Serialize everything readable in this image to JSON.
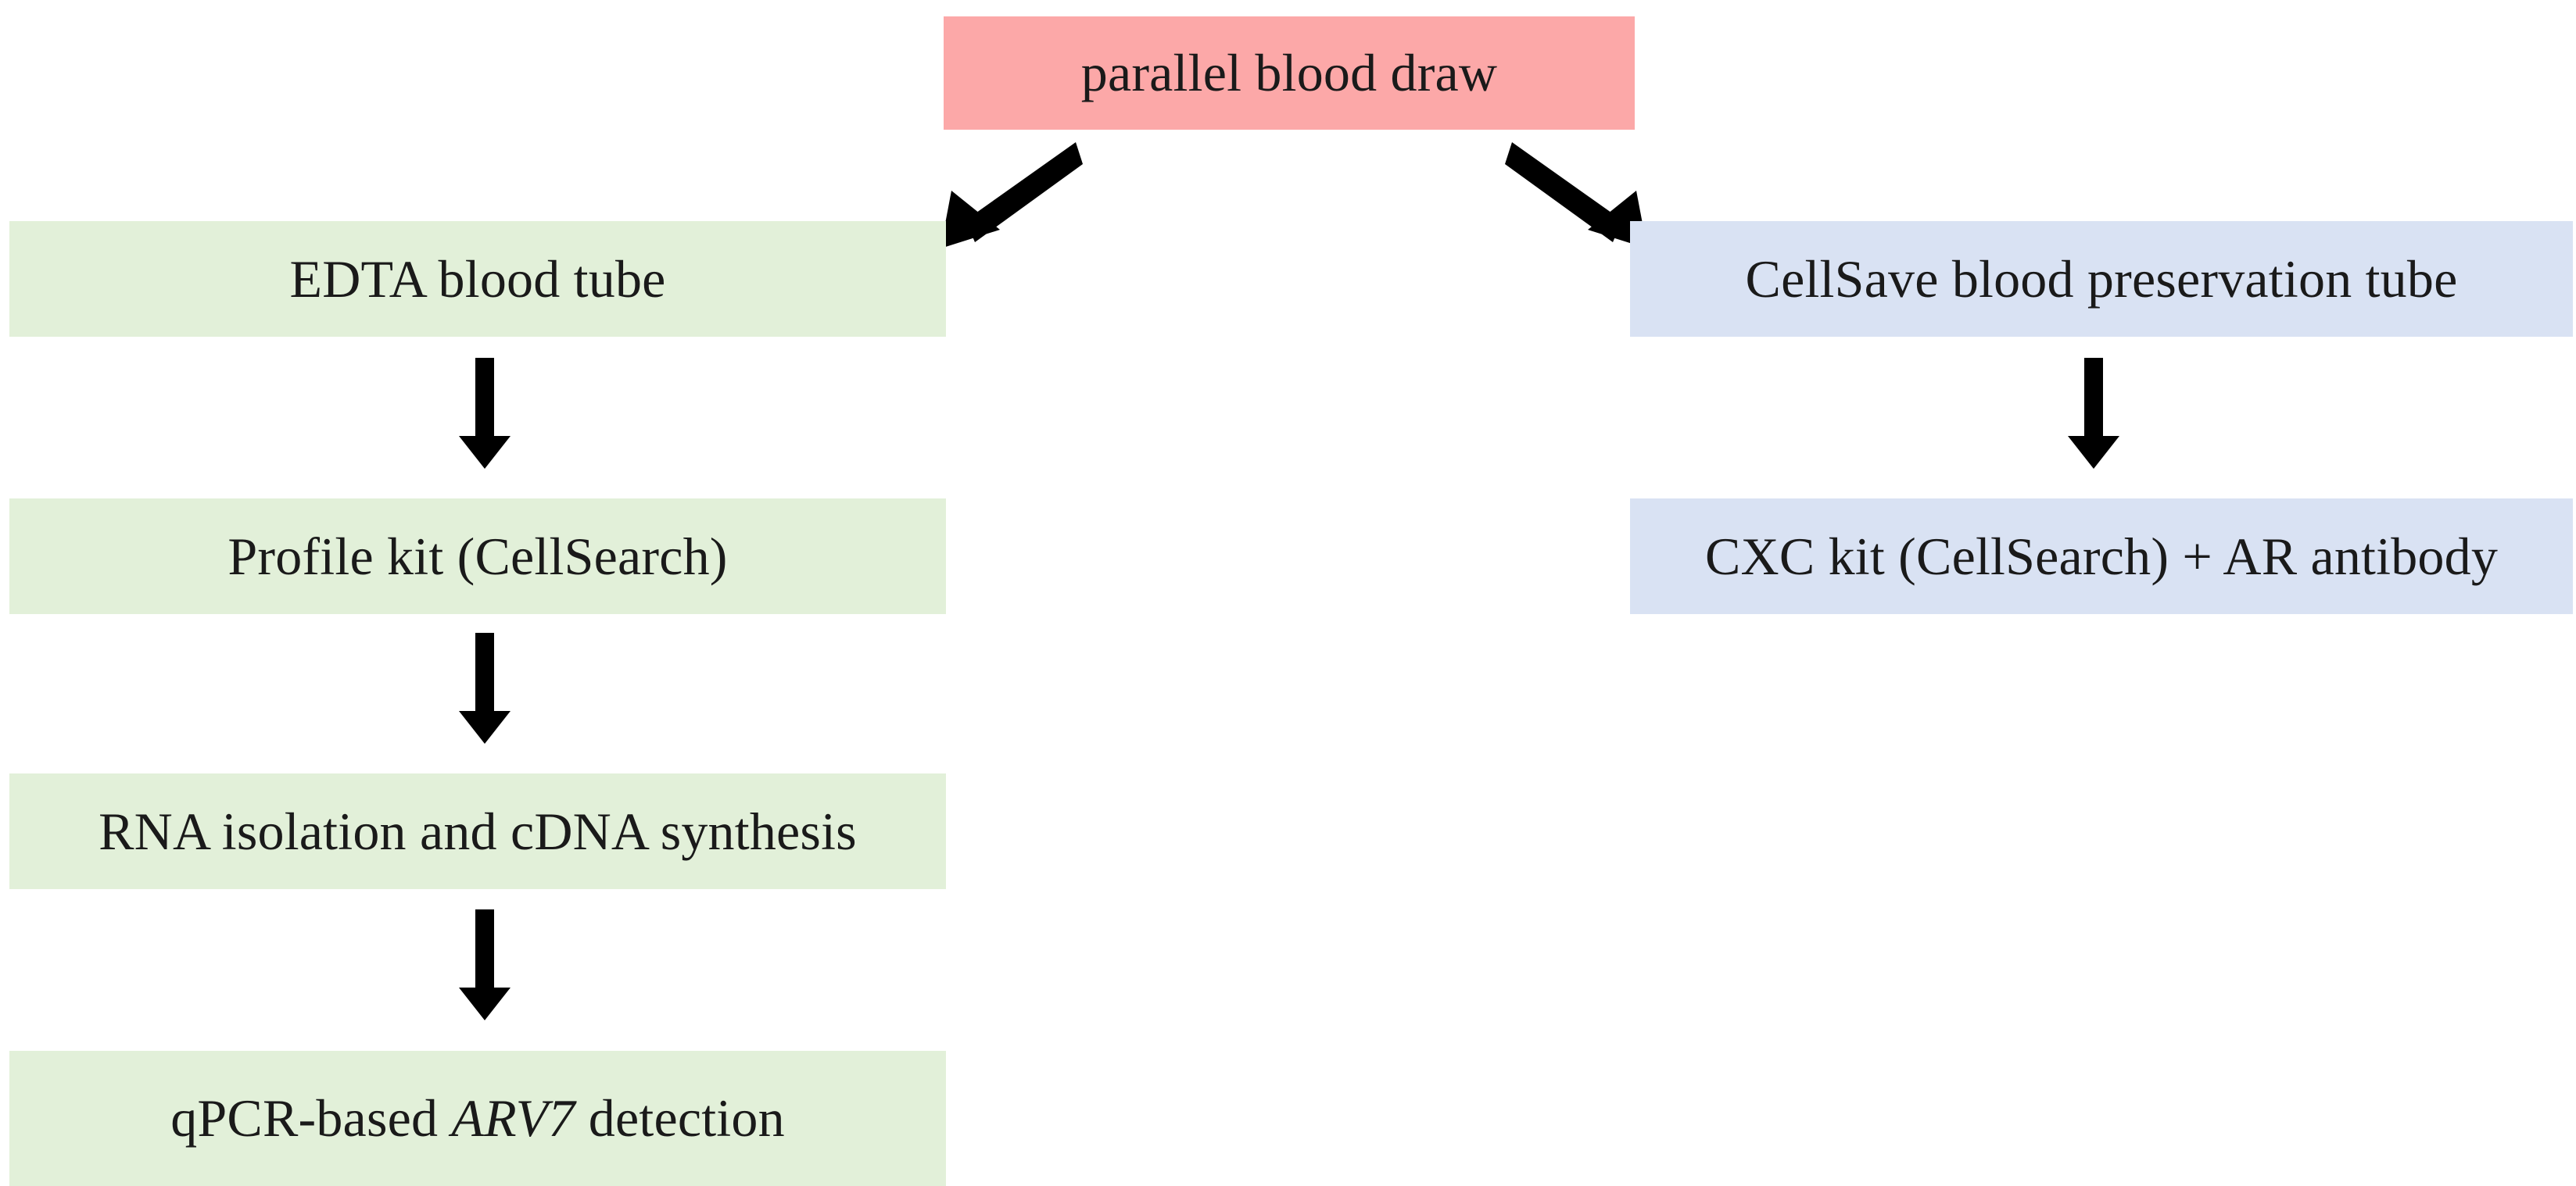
{
  "diagram": {
    "title": "parallel blood draw workflow",
    "colors": {
      "source_node": "#fca8a8",
      "left_branch_node": "#e2f0d9",
      "right_branch_node": "#d9e2f3",
      "arrow": "#000000",
      "text": "#1a1a1a",
      "background": "#ffffff"
    },
    "source": {
      "label": "parallel blood draw"
    },
    "left_branch": {
      "steps": [
        {
          "label": "EDTA blood tube"
        },
        {
          "label": "Profile kit (CellSearch)"
        },
        {
          "label": "RNA isolation and cDNA synthesis"
        },
        {
          "label_pre": "qPCR-based ",
          "label_italic": "ARV7",
          "label_post": " detection"
        }
      ]
    },
    "right_branch": {
      "steps": [
        {
          "label": "CellSave blood preservation tube"
        },
        {
          "label": "CXC kit (CellSearch) + AR antibody"
        }
      ]
    },
    "arrows": [
      {
        "name": "diagonal-down-left-arrow",
        "from": "parallel blood draw",
        "to": "EDTA blood tube"
      },
      {
        "name": "diagonal-down-right-arrow",
        "from": "parallel blood draw",
        "to": "CellSave blood preservation tube"
      },
      {
        "name": "down-arrow",
        "from": "EDTA blood tube",
        "to": "Profile kit (CellSearch)"
      },
      {
        "name": "down-arrow",
        "from": "Profile kit (CellSearch)",
        "to": "RNA isolation and cDNA synthesis"
      },
      {
        "name": "down-arrow",
        "from": "RNA isolation and cDNA synthesis",
        "to": "qPCR-based ARV7 detection"
      },
      {
        "name": "down-arrow",
        "from": "CellSave blood preservation tube",
        "to": "CXC kit (CellSearch) + AR antibody"
      }
    ]
  }
}
